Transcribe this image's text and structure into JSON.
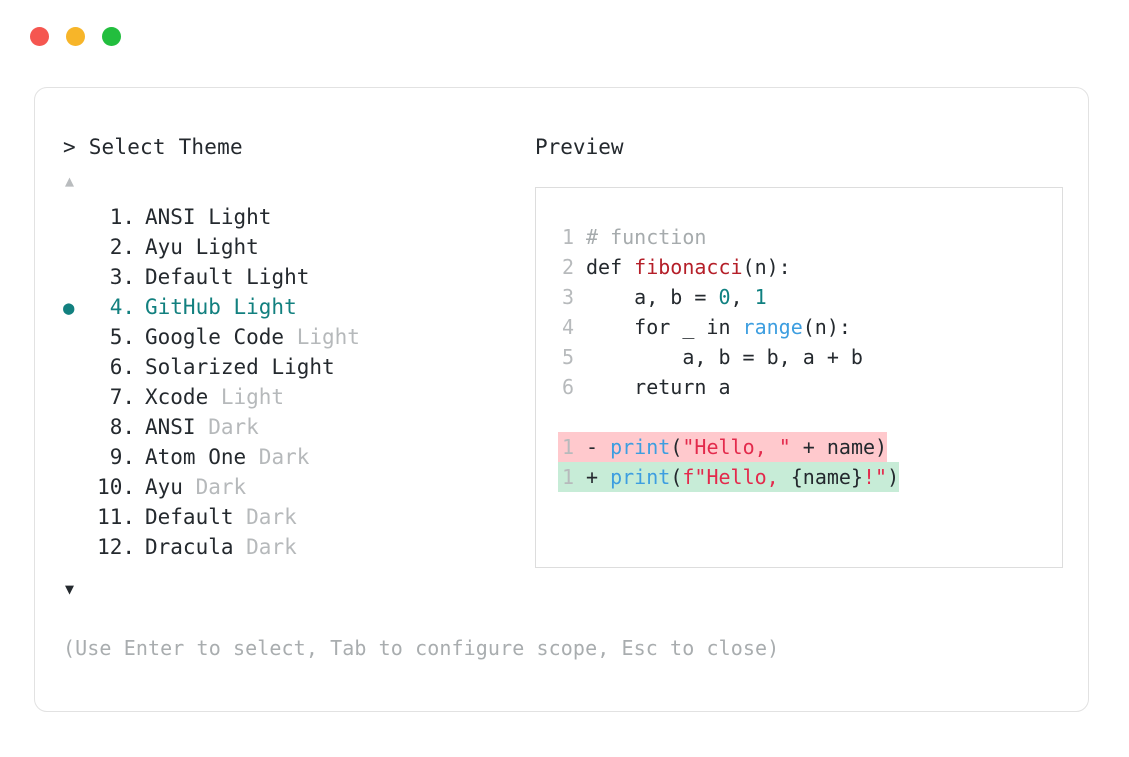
{
  "window": {
    "dots": [
      {
        "name": "close",
        "color": "#f55650"
      },
      {
        "name": "minimize",
        "color": "#f7b529"
      },
      {
        "name": "maximize",
        "color": "#22be3e"
      }
    ]
  },
  "selector": {
    "prompt_symbol": ">",
    "prompt_label": "Select Theme",
    "scroll_up_glyph": "▲",
    "scroll_down_glyph": "▼",
    "selected_bullet": "●",
    "selected_index": 4,
    "accent_color": "#12807f",
    "muted_color": "#b6b9bb",
    "items": [
      {
        "num": "1.",
        "name": "ANSI",
        "variant": " Light",
        "variant_muted": false,
        "selected": false
      },
      {
        "num": "2.",
        "name": "Ayu",
        "variant": " Light",
        "variant_muted": false,
        "selected": false
      },
      {
        "num": "3.",
        "name": "Default",
        "variant": " Light",
        "variant_muted": false,
        "selected": false
      },
      {
        "num": "4.",
        "name": "GitHub",
        "variant": " Light",
        "variant_muted": false,
        "selected": true
      },
      {
        "num": "5.",
        "name": "Google Code",
        "variant": " Light",
        "variant_muted": true,
        "selected": false
      },
      {
        "num": "6.",
        "name": "Solarized",
        "variant": " Light",
        "variant_muted": false,
        "selected": false
      },
      {
        "num": "7.",
        "name": "Xcode",
        "variant": " Light",
        "variant_muted": true,
        "selected": false
      },
      {
        "num": "8.",
        "name": "ANSI",
        "variant": " Dark",
        "variant_muted": true,
        "selected": false
      },
      {
        "num": "9.",
        "name": "Atom One",
        "variant": " Dark",
        "variant_muted": true,
        "selected": false
      },
      {
        "num": "10.",
        "name": "Ayu",
        "variant": " Dark",
        "variant_muted": true,
        "selected": false
      },
      {
        "num": "11.",
        "name": "Default",
        "variant": " Dark",
        "variant_muted": true,
        "selected": false
      },
      {
        "num": "12.",
        "name": "Dracula",
        "variant": " Dark",
        "variant_muted": true,
        "selected": false
      }
    ],
    "help_text": "(Use Enter to select, Tab to configure scope, Esc to close)"
  },
  "preview": {
    "title": "Preview",
    "code_lines": [
      {
        "ln": "1",
        "tokens": [
          {
            "t": "# function",
            "c": "comment"
          }
        ]
      },
      {
        "ln": "2",
        "tokens": [
          {
            "t": "def ",
            "c": "plain"
          },
          {
            "t": "fibonacci",
            "c": "func"
          },
          {
            "t": "(n):",
            "c": "punct"
          }
        ]
      },
      {
        "ln": "3",
        "tokens": [
          {
            "t": "    a, b = ",
            "c": "plain"
          },
          {
            "t": "0",
            "c": "num"
          },
          {
            "t": ", ",
            "c": "plain"
          },
          {
            "t": "1",
            "c": "num"
          }
        ]
      },
      {
        "ln": "4",
        "tokens": [
          {
            "t": "    for _ in ",
            "c": "plain"
          },
          {
            "t": "range",
            "c": "builtin"
          },
          {
            "t": "(n):",
            "c": "punct"
          }
        ]
      },
      {
        "ln": "5",
        "tokens": [
          {
            "t": "        a, b = b, a + b",
            "c": "plain"
          }
        ]
      },
      {
        "ln": "6",
        "tokens": [
          {
            "t": "    return a",
            "c": "plain"
          }
        ]
      }
    ],
    "diff_lines": [
      {
        "ln": "1",
        "sign": "-",
        "kind": "del",
        "tokens": [
          {
            "t": "print",
            "c": "builtin"
          },
          {
            "t": "(",
            "c": "punct"
          },
          {
            "t": "\"Hello, \"",
            "c": "str"
          },
          {
            "t": " + name)",
            "c": "plain"
          }
        ]
      },
      {
        "ln": "1",
        "sign": "+",
        "kind": "add",
        "tokens": [
          {
            "t": "print",
            "c": "builtin"
          },
          {
            "t": "(",
            "c": "punct"
          },
          {
            "t": "f\"Hello, ",
            "c": "str"
          },
          {
            "t": "{name}",
            "c": "plain"
          },
          {
            "t": "!\"",
            "c": "str"
          },
          {
            "t": ")",
            "c": "punct"
          }
        ]
      }
    ],
    "diff_del_bg": "#ffc9cd",
    "diff_add_bg": "#c7ecd7"
  }
}
